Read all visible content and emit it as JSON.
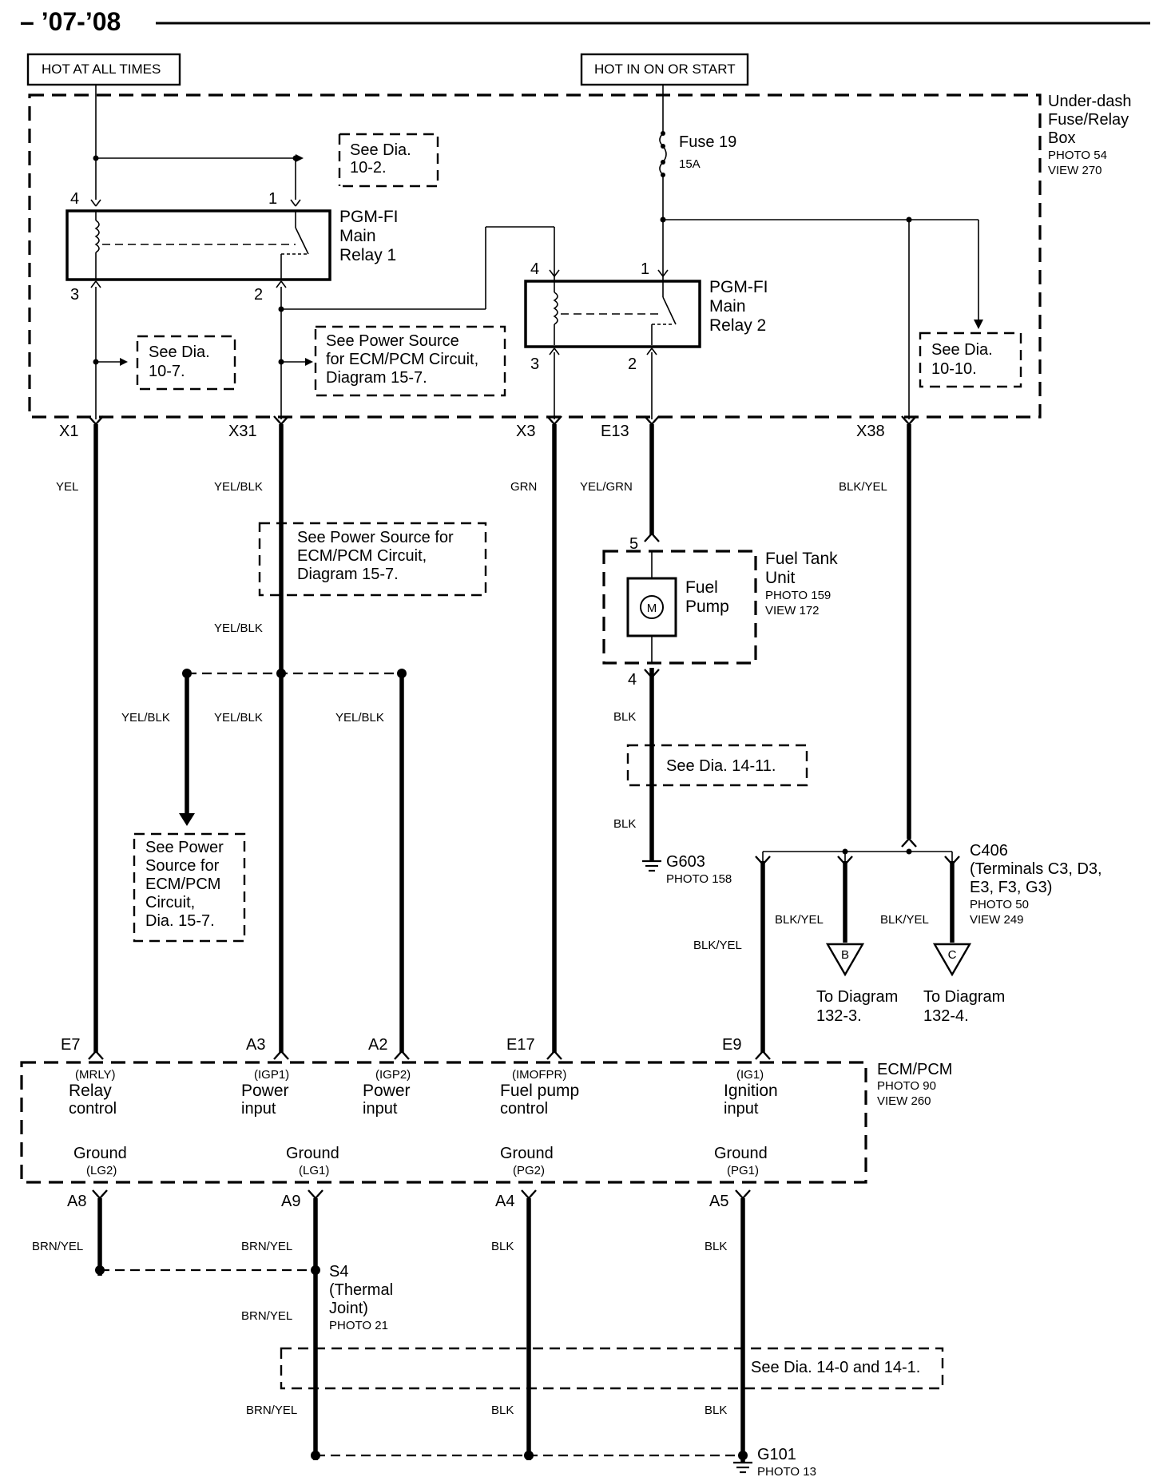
{
  "title": "– ’07-’08",
  "hot_labels": {
    "left": "HOT AT ALL TIMES",
    "right": "HOT IN ON OR START"
  },
  "fuse_box": {
    "name_l1": "Under-dash",
    "name_l2": "Fuse/Relay",
    "name_l3": "Box",
    "photo": "PHOTO 54",
    "view": "VIEW 270"
  },
  "fuse": {
    "name": "Fuse 19",
    "rating": "15A"
  },
  "relay1": {
    "l1": "PGM-FI",
    "l2": "Main",
    "l3": "Relay 1",
    "pin_tl": "4",
    "pin_tr": "1",
    "pin_bl": "3",
    "pin_br": "2"
  },
  "relay2": {
    "l1": "PGM-FI",
    "l2": "Main",
    "l3": "Relay 2",
    "pin_tl": "4",
    "pin_tr": "1",
    "pin_bl": "3",
    "pin_br": "2"
  },
  "refs": {
    "d102_l1": "See Dia.",
    "d102_l2": "10-2.",
    "d107_l1": "See Dia.",
    "d107_l2": "10-7.",
    "ps1_l1": "See Power Source",
    "ps1_l2": "for ECM/PCM Circuit,",
    "ps1_l3": "Diagram 15-7.",
    "d1010_l1": "See Dia.",
    "d1010_l2": "10-10.",
    "ps2_l1": "See Power Source for",
    "ps2_l2": "ECM/PCM Circuit,",
    "ps2_l3": "Diagram 15-7.",
    "ps3_l1": "See Power",
    "ps3_l2": "Source for",
    "ps3_l3": "ECM/PCM",
    "ps3_l4": "Circuit,",
    "ps3_l5": "Dia. 15-7.",
    "d1411": "See Dia. 14-11.",
    "d140": "See Dia. 14-0 and 14-1."
  },
  "terminals": {
    "x1": "X1",
    "x31": "X31",
    "x3": "X3",
    "e13": "E13",
    "x38": "X38"
  },
  "wires": {
    "yel": "YEL",
    "yel_blk": "YEL/BLK",
    "grn": "GRN",
    "yel_grn": "YEL/GRN",
    "blk_yel": "BLK/YEL",
    "blk": "BLK",
    "brn_yel": "BRN/YEL"
  },
  "fuel_tank": {
    "l1": "Fuel Tank",
    "l2": "Unit",
    "photo": "PHOTO 159",
    "view": "VIEW 172",
    "pump_l1": "Fuel",
    "pump_l2": "Pump",
    "motor": "M",
    "pin_top": "5",
    "pin_bot": "4"
  },
  "g603": {
    "name": "G603",
    "photo": "PHOTO 158"
  },
  "c406": {
    "name": "C406",
    "l2": "(Terminals C3, D3,",
    "l3": "E3, F3, G3)",
    "photo": "PHOTO 50",
    "view": "VIEW 249"
  },
  "to_b": {
    "letter": "B",
    "l1": "To Diagram",
    "l2": "132-3."
  },
  "to_c": {
    "letter": "C",
    "l1": "To Diagram",
    "l2": "132-4."
  },
  "ecm": {
    "name": "ECM/PCM",
    "photo": "PHOTO 90",
    "view": "VIEW 260",
    "pins_top": [
      "E7",
      "A3",
      "A2",
      "E17",
      "E9"
    ],
    "codes": [
      "(MRLY)",
      "(IGP1)",
      "(IGP2)",
      "(IMOFPR)",
      "(IG1)"
    ],
    "func_l1": [
      "Relay",
      "Power",
      "Power",
      "Fuel pump",
      "Ignition"
    ],
    "func_l2": [
      "control",
      "input",
      "input",
      "control",
      "input"
    ],
    "ground": "Ground",
    "gcodes": [
      "(LG2)",
      "(LG1)",
      "(PG2)",
      "(PG1)"
    ],
    "pins_bot": [
      "A8",
      "A9",
      "A4",
      "A5"
    ]
  },
  "s4": {
    "name": "S4",
    "l2": "(Thermal",
    "l3": "Joint)",
    "photo": "PHOTO 21"
  },
  "g101": {
    "name": "G101",
    "photo": "PHOTO 13"
  }
}
